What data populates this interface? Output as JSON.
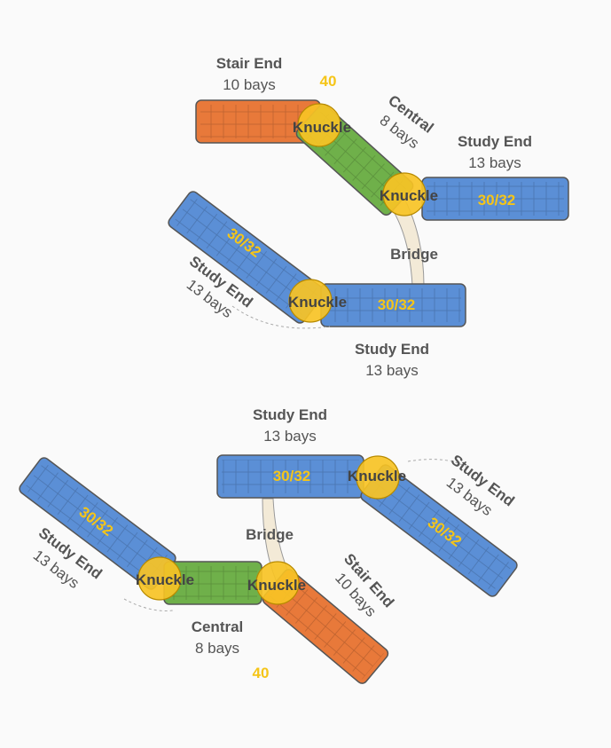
{
  "colors": {
    "stair": "#e8793a",
    "central": "#6fb04a",
    "study": "#5b8fd6",
    "knuckle": "#f7c325",
    "bridge": "#f3ead7",
    "accent_text": "#f5c518",
    "label_text": "#555555"
  },
  "labels": {
    "stair_end": "Stair End",
    "central": "Central",
    "study_end": "Study End",
    "knuckle": "Knuckle",
    "bridge": "Bridge",
    "bays_10": "10 bays",
    "bays_8": "8 bays",
    "bays_13": "13 bays",
    "ratio": "30/32",
    "count": "40"
  }
}
